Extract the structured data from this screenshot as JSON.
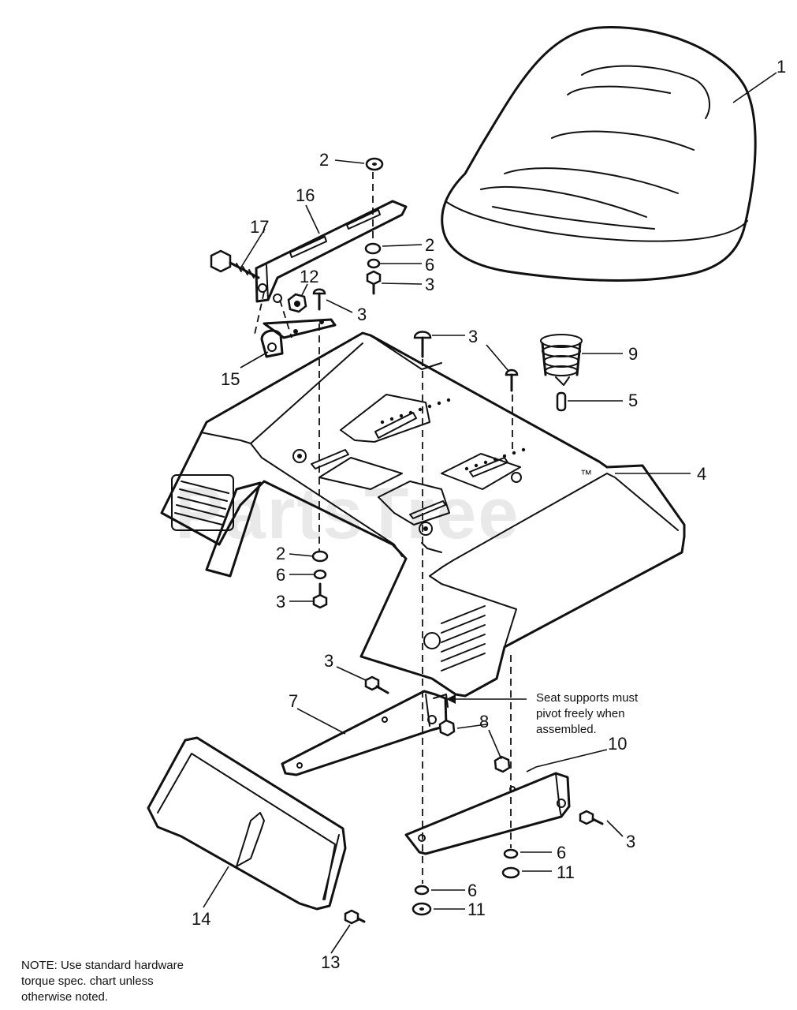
{
  "watermark": "PartsTree",
  "trademark": "™",
  "callouts": {
    "c1": "1",
    "c2a": "2",
    "c2b": "2",
    "c2c": "2",
    "c3a": "3",
    "c3b": "3",
    "c3c": "3",
    "c3d": "3",
    "c3e": "3",
    "c3f": "3",
    "c4": "4",
    "c5": "5",
    "c6a": "6",
    "c6b": "6",
    "c6c": "6",
    "c6d": "6",
    "c7": "7",
    "c8": "8",
    "c9": "9",
    "c10": "10",
    "c11a": "11",
    "c11b": "11",
    "c12": "12",
    "c13": "13",
    "c14": "14",
    "c15": "15",
    "c16": "16",
    "c17": "17"
  },
  "pivot_note": {
    "line1": "Seat supports must",
    "line2": "pivot freely when",
    "line3": "assembled."
  },
  "torque_note": {
    "line1": "NOTE: Use standard hardware",
    "line2": "torque spec. chart unless",
    "line3": "otherwise noted."
  }
}
